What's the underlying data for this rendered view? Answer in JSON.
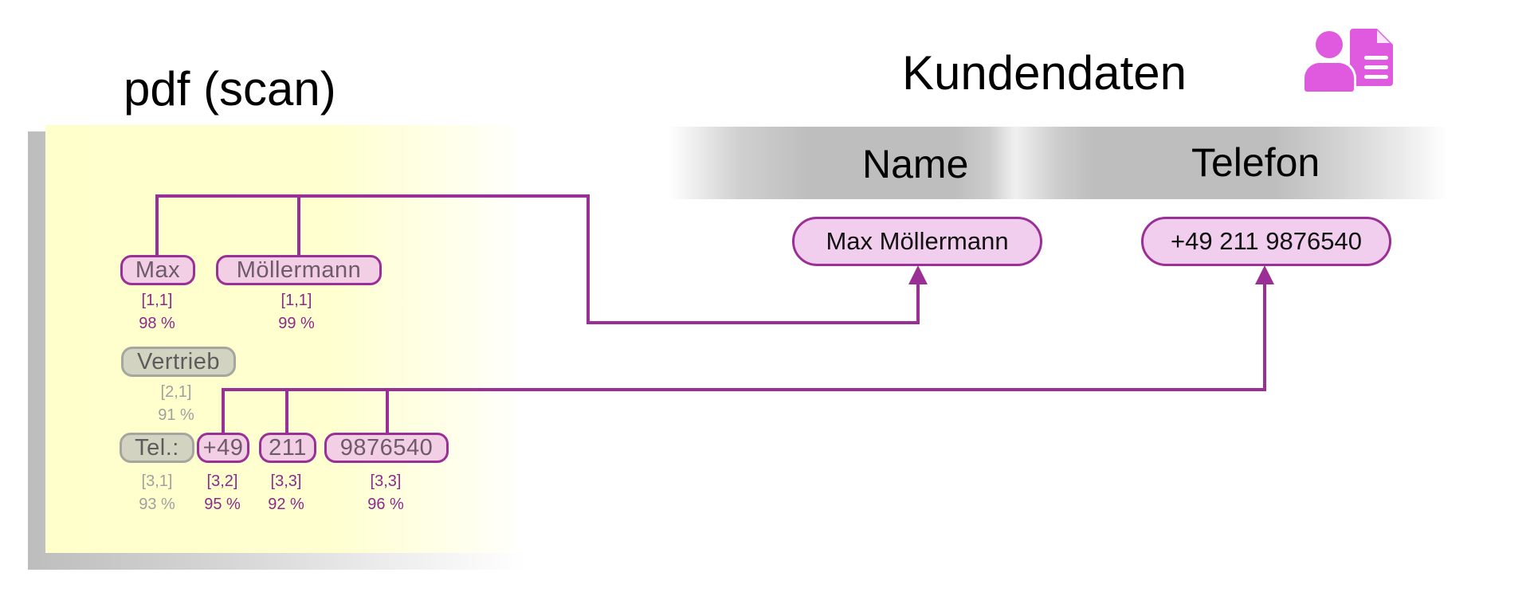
{
  "left_panel": {
    "title": "pdf (scan)",
    "tokens": [
      {
        "id": "max",
        "text": "Max",
        "cell": "[1,1]",
        "confidence": "98 %",
        "mapped": true
      },
      {
        "id": "moellermann",
        "text": "Möllermann",
        "cell": "[1,1]",
        "confidence": "99 %",
        "mapped": true
      },
      {
        "id": "vertrieb",
        "text": "Vertrieb",
        "cell": "[2,1]",
        "confidence": "91 %",
        "mapped": false
      },
      {
        "id": "tel",
        "text": "Tel.:",
        "cell": "[3,1]",
        "confidence": "93 %",
        "mapped": false
      },
      {
        "id": "cc",
        "text": "+49",
        "cell": "[3,2]",
        "confidence": "95 %",
        "mapped": true
      },
      {
        "id": "area",
        "text": "211",
        "cell": "[3,3]",
        "confidence": "92 %",
        "mapped": true
      },
      {
        "id": "number",
        "text": "9876540",
        "cell": "[3,3]",
        "confidence": "96 %",
        "mapped": true
      }
    ]
  },
  "right_panel": {
    "title": "Kundendaten",
    "icon": "customer-document-icon",
    "columns": [
      {
        "header": "Name",
        "value": "Max Möllermann"
      },
      {
        "header": "Telefon",
        "value": "+49 211 9876540"
      }
    ]
  },
  "colors": {
    "accent": "#9a2f96",
    "chip_fill": "#f2cfe4",
    "field_fill": "#f1cdee",
    "unmapped_fill": "#d3d3c1",
    "unmapped_text": "#a0a0a0",
    "icon": "#e05ae0",
    "page_bg": "#ffffcc",
    "band": "#bebebe"
  }
}
